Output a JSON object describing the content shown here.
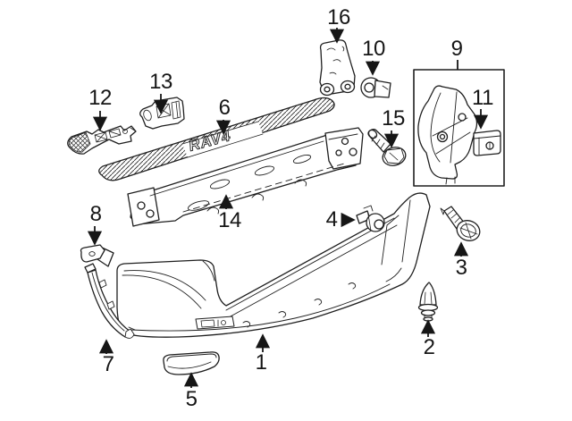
{
  "diagram": {
    "pad_text": "RAV4",
    "colors": {
      "background": "#ffffff",
      "line": "#1f1f1f",
      "label": "#161616"
    },
    "callouts": [
      {
        "label": "1"
      },
      {
        "label": "2"
      },
      {
        "label": "3"
      },
      {
        "label": "4"
      },
      {
        "label": "5"
      },
      {
        "label": "6"
      },
      {
        "label": "7"
      },
      {
        "label": "8"
      },
      {
        "label": "9"
      },
      {
        "label": "10"
      },
      {
        "label": "11"
      },
      {
        "label": "12"
      },
      {
        "label": "13"
      },
      {
        "label": "14"
      },
      {
        "label": "15"
      },
      {
        "label": "16"
      }
    ]
  }
}
